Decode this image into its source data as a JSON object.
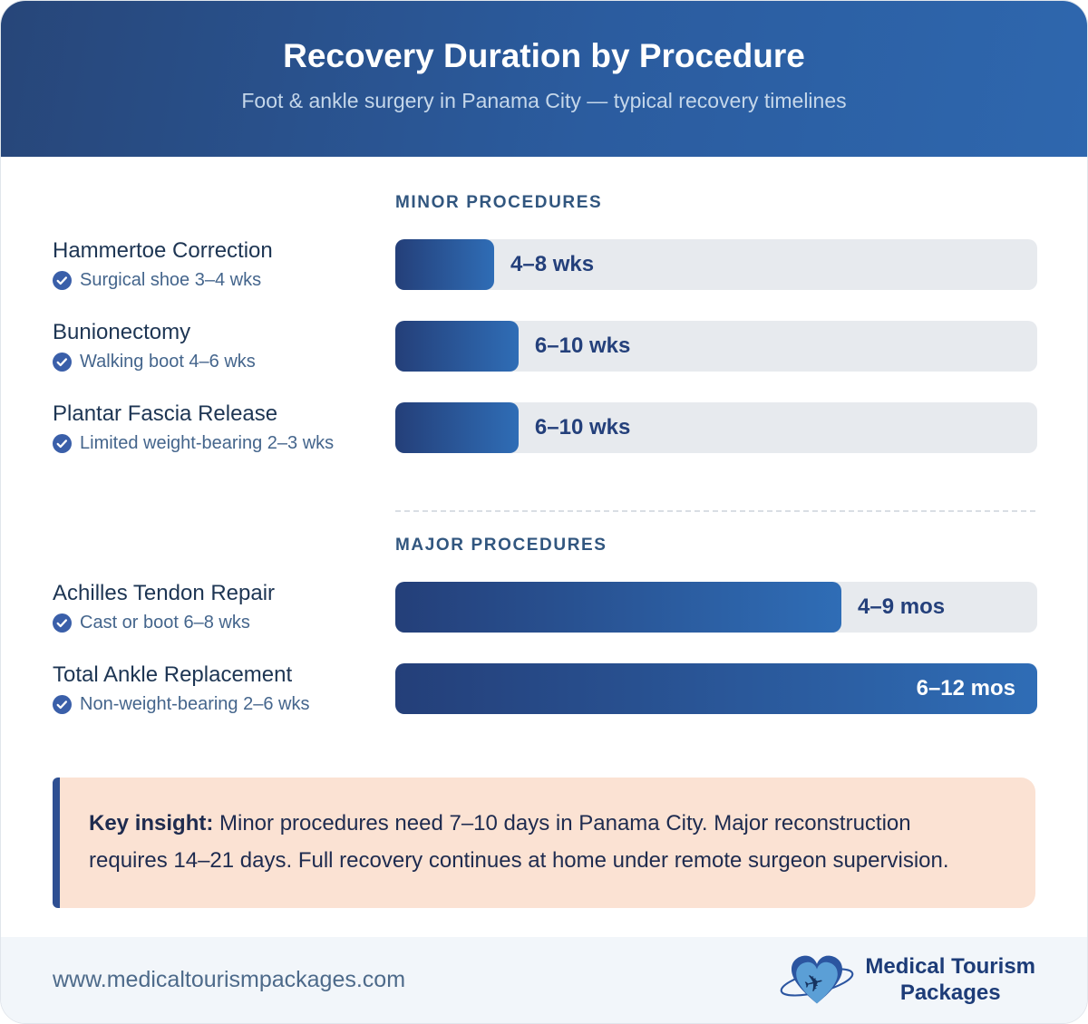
{
  "header": {
    "title": "Recovery Duration by Procedure",
    "subtitle": "Foot & ankle surgery in Panama City — typical recovery timelines"
  },
  "sections": [
    {
      "label": "MINOR PROCEDURES",
      "rows": [
        {
          "name": "Hammertoe Correction",
          "note": "Surgical shoe 3–4 wks",
          "duration": "4–8 wks",
          "fill_pct": 15.4
        },
        {
          "name": "Bunionectomy",
          "note": "Walking boot 4–6 wks",
          "duration": "6–10 wks",
          "fill_pct": 19.2
        },
        {
          "name": "Plantar Fascia Release",
          "note": "Limited weight-bearing 2–3 wks",
          "duration": "6–10 wks",
          "fill_pct": 19.2
        }
      ]
    },
    {
      "label": "MAJOR PROCEDURES",
      "rows": [
        {
          "name": "Achilles Tendon Repair",
          "note": "Cast or boot 6–8 wks",
          "duration": "4–9 mos",
          "fill_pct": 69.5
        },
        {
          "name": "Total Ankle Replacement",
          "note": "Non-weight-bearing 2–6 wks",
          "duration": "6–12 mos",
          "fill_pct": 100
        }
      ]
    }
  ],
  "insight": {
    "lead": "Key insight:",
    "body": " Minor procedures need 7–10 days in Panama City. Major reconstruction requires 14–21 days. Full recovery continues at home under remote surgeon supervision."
  },
  "footer": {
    "url": "www.medicaltourismpackages.com",
    "brand_line1": "Medical Tourism",
    "brand_line2": "Packages"
  },
  "icons": {
    "plane": "✈"
  },
  "colors": {
    "header_gradient_start": "#274679",
    "header_gradient_end": "#2e67ae",
    "bar_gradient_start": "#243f79",
    "bar_gradient_end": "#2f6db6",
    "bar_track": "#e7eaee",
    "bar_value_text": "#24407b",
    "section_label": "#31567f",
    "procedure_name": "#1d3553",
    "procedure_note": "#44658c",
    "check_icon": "#3a5fa9",
    "insight_bg": "#fbe2d3",
    "insight_border": "#2e4f92",
    "insight_text": "#1e2b4f",
    "footer_bg": "#f2f6fa",
    "footer_url": "#4d6a8a",
    "brand_text": "#1d3c78"
  },
  "chart_data": {
    "type": "bar",
    "title": "Recovery Duration by Procedure",
    "subtitle": "Foot & ankle surgery in Panama City — typical recovery timelines",
    "orientation": "horizontal",
    "groups": [
      {
        "group": "MINOR PROCEDURES",
        "categories": [
          "Hammertoe Correction",
          "Bunionectomy",
          "Plantar Fascia Release"
        ],
        "notes": [
          "Surgical shoe 3–4 wks",
          "Walking boot 4–6 wks",
          "Limited weight-bearing 2–3 wks"
        ],
        "value_labels": [
          "4–8 wks",
          "6–10 wks",
          "6–10 wks"
        ],
        "bar_fill_pct": [
          15.4,
          19.2,
          19.2
        ]
      },
      {
        "group": "MAJOR PROCEDURES",
        "categories": [
          "Achilles Tendon Repair",
          "Total Ankle Replacement"
        ],
        "notes": [
          "Cast or boot 6–8 wks",
          "Non-weight-bearing 2–6 wks"
        ],
        "value_labels": [
          "4–9 mos",
          "6–12 mos"
        ],
        "bar_fill_pct": [
          69.5,
          100
        ]
      }
    ],
    "legend": false,
    "grid": false
  }
}
